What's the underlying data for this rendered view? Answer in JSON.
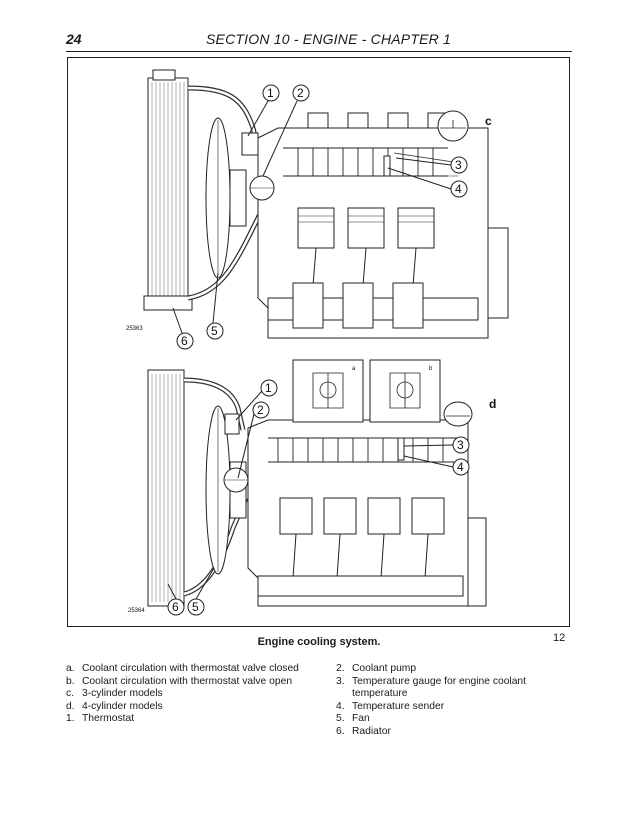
{
  "header": {
    "page_number": "24",
    "section_title": "SECTION 10 - ENGINE - CHAPTER 1"
  },
  "figure": {
    "top_view_label": "c",
    "bottom_view_label": "d",
    "inset_a_label": "a",
    "inset_b_label": "b",
    "top_drawing_code": "25363",
    "bottom_drawing_code": "25364",
    "callouts": [
      "1",
      "2",
      "3",
      "4",
      "5",
      "6"
    ]
  },
  "caption": "Engine cooling system.",
  "figure_number": "12",
  "legend_left": [
    {
      "key": "a.",
      "text": "Coolant circulation with thermostat valve closed"
    },
    {
      "key": "b.",
      "text": "Coolant circulation with thermostat valve open"
    },
    {
      "key": "c.",
      "text": "3-cylinder models"
    },
    {
      "key": "d.",
      "text": "4-cylinder models"
    },
    {
      "key": "1.",
      "text": "Thermostat"
    }
  ],
  "legend_right": [
    {
      "key": "2.",
      "text": "Coolant pump"
    },
    {
      "key": "3.",
      "text": "Temperature gauge for engine coolant temperature"
    },
    {
      "key": "4.",
      "text": "Temperature sender"
    },
    {
      "key": "5.",
      "text": "Fan"
    },
    {
      "key": "6.",
      "text": "Radiator"
    }
  ]
}
